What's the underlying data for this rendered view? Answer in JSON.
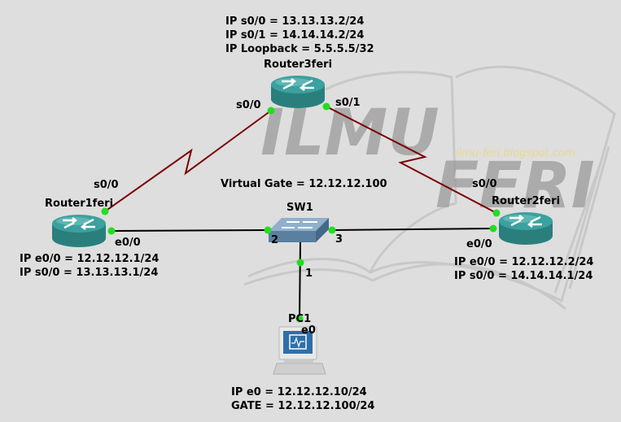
{
  "watermark": {
    "word1": "ILMU",
    "word2": "FERI",
    "site": "ilmu-feri.blogspot.com"
  },
  "router3": {
    "name": "Router3feri",
    "ip_lines": [
      "IP s0/0 = 13.13.13.2/24",
      "IP s0/1 = 14.14.14.2/24",
      "IP Loopback = 5.5.5.5/32"
    ],
    "ports": {
      "s0_0": "s0/0",
      "s0_1": "s0/1"
    }
  },
  "router1": {
    "name": "Router1feri",
    "ip_lines": [
      "IP e0/0 = 12.12.12.1/24",
      "IP s0/0 = 13.13.13.1/24"
    ],
    "ports": {
      "s0_0": "s0/0",
      "e0_0": "e0/0"
    }
  },
  "router2": {
    "name": "Router2feri",
    "ip_lines": [
      "IP e0/0 = 12.12.12.2/24",
      "IP s0/0 = 14.14.14.1/24"
    ],
    "ports": {
      "s0_0": "s0/0",
      "e0_0": "e0/0"
    }
  },
  "switch": {
    "name": "SW1",
    "virtual_gate": "Virtual Gate = 12.12.12.100",
    "ports": {
      "p1": "1",
      "p2": "2",
      "p3": "3"
    }
  },
  "pc": {
    "name": "PC1",
    "port": "e0",
    "ip_lines": [
      "IP e0 = 12.12.12.10/24",
      "GATE = 12.12.12.100/24"
    ]
  },
  "colors": {
    "serial_link": "#7a0000",
    "ethernet_link": "#000000",
    "port_dot": "#22dd22",
    "router_body": "#2d8a88",
    "switch_body": "#5f86a8"
  }
}
